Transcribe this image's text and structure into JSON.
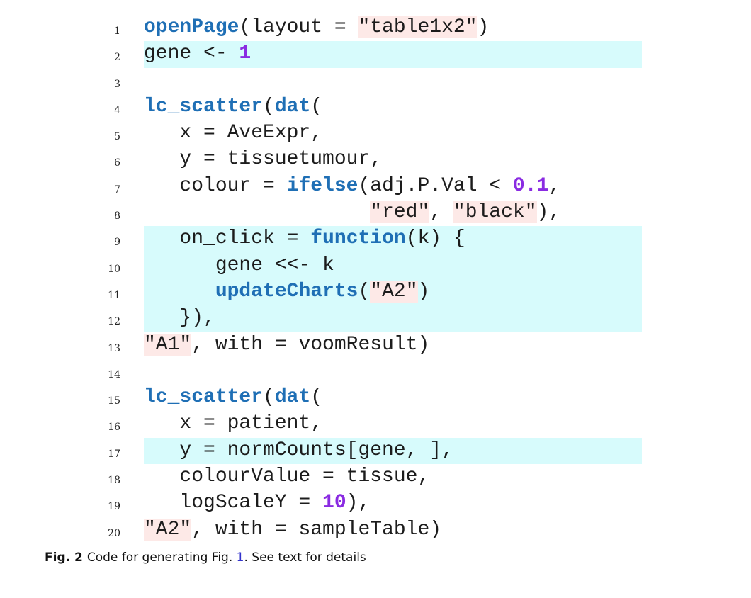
{
  "code_lines": [
    {
      "num": "1",
      "highlight": false,
      "tokens": [
        {
          "t": "openPage",
          "c": "kw"
        },
        {
          "t": "(layout = "
        },
        {
          "t": "\"table1x2\"",
          "c": "str"
        },
        {
          "t": ")"
        }
      ]
    },
    {
      "num": "2",
      "highlight": true,
      "tokens": [
        {
          "t": "gene <- "
        },
        {
          "t": "1",
          "c": "num"
        }
      ]
    },
    {
      "num": "3",
      "highlight": false,
      "tokens": []
    },
    {
      "num": "4",
      "highlight": false,
      "tokens": [
        {
          "t": "lc_scatter",
          "c": "kw"
        },
        {
          "t": "("
        },
        {
          "t": "dat",
          "c": "kw"
        },
        {
          "t": "("
        }
      ]
    },
    {
      "num": "5",
      "highlight": false,
      "tokens": [
        {
          "t": "   x = AveExpr,"
        }
      ]
    },
    {
      "num": "6",
      "highlight": false,
      "tokens": [
        {
          "t": "   y = tissuetumour,"
        }
      ]
    },
    {
      "num": "7",
      "highlight": false,
      "tokens": [
        {
          "t": "   colour = "
        },
        {
          "t": "ifelse",
          "c": "kw"
        },
        {
          "t": "(adj.P.Val < "
        },
        {
          "t": "0.1",
          "c": "num"
        },
        {
          "t": ","
        }
      ]
    },
    {
      "num": "8",
      "highlight": false,
      "tokens": [
        {
          "t": "                   "
        },
        {
          "t": "\"red\"",
          "c": "str"
        },
        {
          "t": ", "
        },
        {
          "t": "\"black\"",
          "c": "str"
        },
        {
          "t": "),"
        }
      ]
    },
    {
      "num": "9",
      "highlight": true,
      "tokens": [
        {
          "t": "   on_click = "
        },
        {
          "t": "function",
          "c": "kw"
        },
        {
          "t": "(k) {"
        }
      ]
    },
    {
      "num": "10",
      "highlight": true,
      "tokens": [
        {
          "t": "      gene <<- k"
        }
      ]
    },
    {
      "num": "11",
      "highlight": true,
      "tokens": [
        {
          "t": "      "
        },
        {
          "t": "updateCharts",
          "c": "kw"
        },
        {
          "t": "("
        },
        {
          "t": "\"A2\"",
          "c": "str"
        },
        {
          "t": ")"
        }
      ]
    },
    {
      "num": "12",
      "highlight": true,
      "tokens": [
        {
          "t": "   }),"
        }
      ]
    },
    {
      "num": "13",
      "highlight": false,
      "tokens": [
        {
          "t": "\"A1\"",
          "c": "str"
        },
        {
          "t": ", with = voomResult)"
        }
      ]
    },
    {
      "num": "14",
      "highlight": false,
      "tokens": []
    },
    {
      "num": "15",
      "highlight": false,
      "tokens": [
        {
          "t": "lc_scatter",
          "c": "kw"
        },
        {
          "t": "("
        },
        {
          "t": "dat",
          "c": "kw"
        },
        {
          "t": "("
        }
      ]
    },
    {
      "num": "16",
      "highlight": false,
      "tokens": [
        {
          "t": "   x = patient,"
        }
      ]
    },
    {
      "num": "17",
      "highlight": true,
      "tokens": [
        {
          "t": "   y = normCounts[gene, ],"
        }
      ]
    },
    {
      "num": "18",
      "highlight": false,
      "tokens": [
        {
          "t": "   colourValue = tissue,"
        }
      ]
    },
    {
      "num": "19",
      "highlight": false,
      "tokens": [
        {
          "t": "   logScaleY = "
        },
        {
          "t": "10",
          "c": "num"
        },
        {
          "t": "),"
        }
      ]
    },
    {
      "num": "20",
      "highlight": false,
      "tokens": [
        {
          "t": "\"A2\"",
          "c": "str"
        },
        {
          "t": ", with = sampleTable)"
        }
      ]
    }
  ],
  "caption": {
    "label": "Fig. 2",
    "text_before": "Code for generating Fig. ",
    "fig_ref": "1",
    "text_after": ". See text for details"
  },
  "colors": {
    "keyword": "#1f6fb5",
    "number": "#8a2be2",
    "string_bg": "#fde9e7",
    "line_highlight": "#d7fbfc",
    "fig_ref": "#3333cc"
  }
}
